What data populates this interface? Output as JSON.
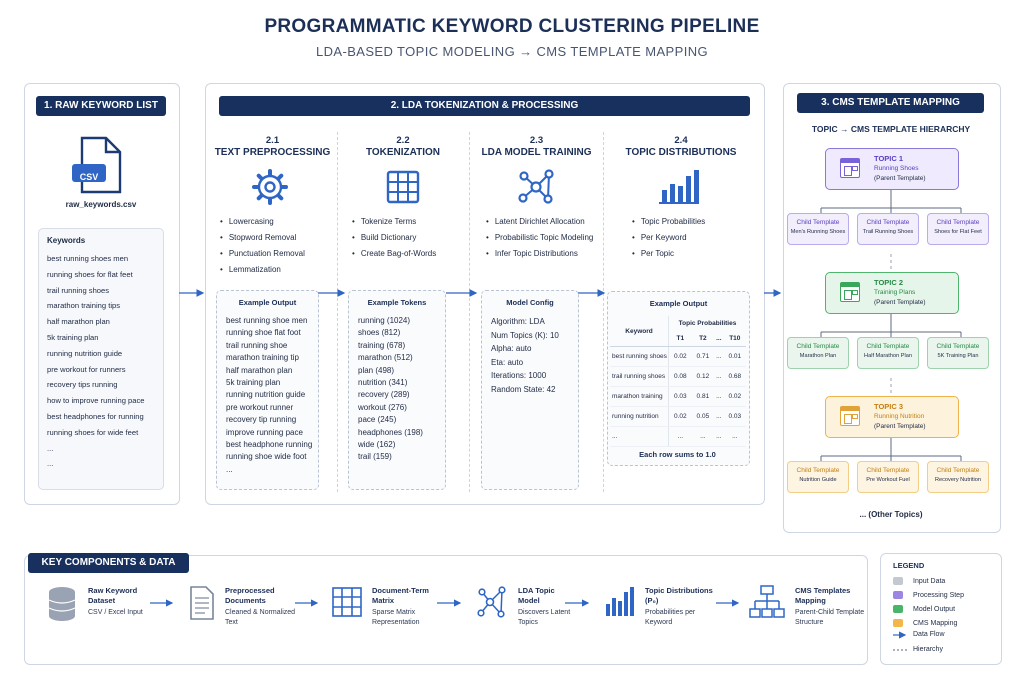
{
  "header": {
    "title": "PROGRAMMATIC KEYWORD CLUSTERING PIPELINE",
    "subtitle": "LDA-BASED TOPIC MODELING → CMS TEMPLATE MAPPING"
  },
  "section1": {
    "banner": "1. RAW KEYWORD LIST",
    "file_badge": "CSV",
    "file_name": "raw_keywords.csv",
    "keywords_title": "Keywords",
    "keywords": [
      "best running shoes men",
      "running shoes for flat feet",
      "trail running shoes",
      "marathon training tips",
      "half marathon plan",
      "5k training plan",
      "running nutrition guide",
      "pre workout for runners",
      "recovery tips running",
      "how to improve running pace",
      "best headphones for running",
      "running shoes for wide feet",
      "...",
      "..."
    ]
  },
  "section2": {
    "banner": "2. LDA TOKENIZATION & PROCESSING",
    "preprocessing": {
      "num": "2.1",
      "title": "TEXT PREPROCESSING",
      "bullets": [
        "Lowercasing",
        "Stopword Removal",
        "Punctuation Removal",
        "Lemmatization"
      ],
      "box_title": "Example Output",
      "box_lines": [
        "best running shoe men",
        "running shoe flat foot",
        "trail running shoe",
        "marathon training tip",
        "half marathon plan",
        "5k training plan",
        "running nutrition guide",
        "pre workout runner",
        "recovery tip running",
        "improve running pace",
        "best headphone running",
        "running shoe wide foot",
        "..."
      ]
    },
    "tokenization": {
      "num": "2.2",
      "title": "TOKENIZATION",
      "bullets": [
        "Tokenize Terms",
        "Build Dictionary",
        "Create Bag-of-Words"
      ],
      "box_title": "Example Tokens",
      "box_lines": [
        "running (1024)",
        "shoes (812)",
        "training (678)",
        "marathon (512)",
        "plan (498)",
        "nutrition (341)",
        "recovery (289)",
        "workout (276)",
        "pace (245)",
        "headphones (198)",
        "wide (162)",
        "trail (159)"
      ]
    },
    "training": {
      "num": "2.3",
      "title": "LDA MODEL TRAINING",
      "bullets": [
        "Latent Dirichlet Allocation",
        "Probabilistic Topic Modeling",
        "Infer Topic Distributions"
      ],
      "box_title": "Model Config",
      "box_lines": [
        "Algorithm: LDA",
        "Num Topics (K): 10",
        "Alpha: auto",
        "Eta: auto",
        "Iterations: 1000",
        "Random State: 42"
      ]
    },
    "distributions": {
      "num": "2.4",
      "title": "TOPIC DISTRIBUTIONS",
      "bullets": [
        "Topic Probabilities",
        "Per Keyword",
        "Per Topic"
      ],
      "box_title": "Example Output",
      "table_head_keyword": "Keyword",
      "table_head_probs": "Topic Probabilities",
      "cols": [
        "T1",
        "T2",
        "...",
        "T10"
      ],
      "rows": [
        {
          "kw": "best running shoes",
          "v": [
            "0.02",
            "0.71",
            "...",
            "0.01"
          ]
        },
        {
          "kw": "trail running shoes",
          "v": [
            "0.08",
            "0.12",
            "...",
            "0.68"
          ]
        },
        {
          "kw": "marathon training",
          "v": [
            "0.03",
            "0.81",
            "...",
            "0.02"
          ]
        },
        {
          "kw": "running nutrition",
          "v": [
            "0.02",
            "0.05",
            "...",
            "0.03"
          ]
        },
        {
          "kw": "...",
          "v": [
            "...",
            "...",
            "...",
            "..."
          ]
        }
      ],
      "footnote": "Each row sums to 1.0"
    }
  },
  "section3": {
    "banner": "3. CMS TEMPLATE MAPPING",
    "subtitle": "TOPIC → CMS TEMPLATE HIERARCHY",
    "topics": [
      {
        "name": "TOPIC 1",
        "sub": "Running Shoes",
        "parent": "(Parent Template)",
        "children": [
          [
            "Child Template",
            "Men's Running Shoes"
          ],
          [
            "Child Template",
            "Trail Running Shoes"
          ],
          [
            "Child Template",
            "Shoes for Flat Feet"
          ]
        ]
      },
      {
        "name": "TOPIC 2",
        "sub": "Training Plans",
        "parent": "(Parent Template)",
        "children": [
          [
            "Child Template",
            "Marathon Plan"
          ],
          [
            "Child Template",
            "Half Marathon Plan"
          ],
          [
            "Child Template",
            "5K Training Plan"
          ]
        ]
      },
      {
        "name": "TOPIC 3",
        "sub": "Running Nutrition",
        "parent": "(Parent Template)",
        "children": [
          [
            "Child Template",
            "Nutrition Guide"
          ],
          [
            "Child Template",
            "Pre Workout Fuel"
          ],
          [
            "Child Template",
            "Recovery Nutrition"
          ]
        ]
      }
    ],
    "other": "... (Other Topics)"
  },
  "flow": {
    "banner": "KEY COMPONENTS & DATA FLOW",
    "steps": [
      {
        "l1": "Raw Keyword",
        "l2": "Dataset",
        "s1": "CSV / Excel Input",
        "s2": ""
      },
      {
        "l1": "Preprocessed",
        "l2": "Documents",
        "s1": "Cleaned & Normalized",
        "s2": "Text"
      },
      {
        "l1": "Document-Term",
        "l2": "Matrix",
        "s1": "Sparse Matrix",
        "s2": "Representation"
      },
      {
        "l1": "LDA Topic",
        "l2": "Model",
        "s1": "Discovers Latent",
        "s2": "Topics"
      },
      {
        "l1": "Topic Distributions",
        "l2": "(P₀)",
        "s1": "Probabilities per",
        "s2": "Keyword"
      },
      {
        "l1": "CMS Templates",
        "l2": "Mapping",
        "s1": "Parent-Child Template",
        "s2": "Structure"
      }
    ]
  },
  "legend": {
    "title": "LEGEND",
    "items": [
      {
        "label": "Input Data",
        "color": "#c3c8d1"
      },
      {
        "label": "Processing Step",
        "color": "#9b86e3"
      },
      {
        "label": "Model Output",
        "color": "#49b56b"
      },
      {
        "label": "CMS Mapping",
        "color": "#f2b64a"
      }
    ],
    "flow_label": "Data Flow",
    "hierarchy_label": "Hierarchy"
  }
}
